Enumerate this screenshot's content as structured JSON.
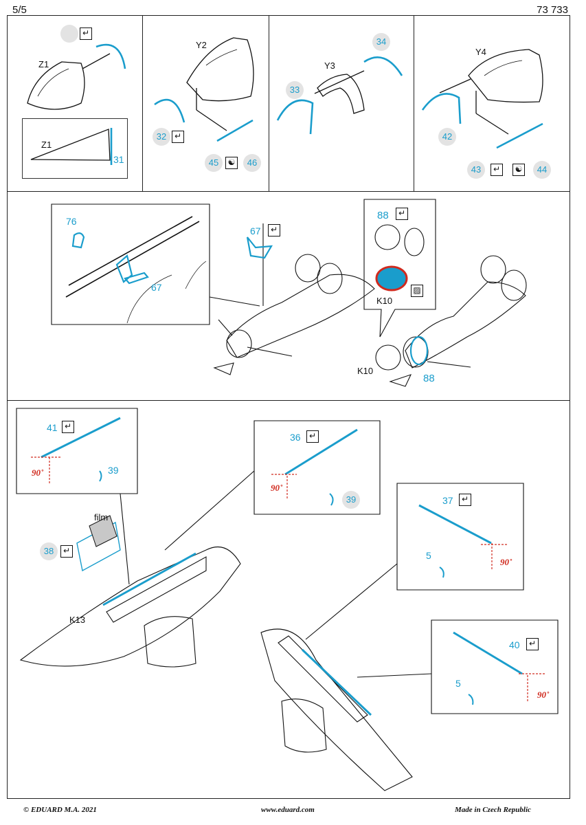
{
  "header": {
    "page": "5/5",
    "kit": "73 733"
  },
  "panel1": {
    "z1_top": "Z1",
    "z1_bottom": "Z1",
    "p31": "31",
    "y2": "Y2",
    "p32": "32",
    "p45": "45",
    "p46": "46",
    "y3": "Y3",
    "p33": "33",
    "p34": "34",
    "y4": "Y4",
    "p42": "42",
    "p43": "43",
    "p44": "44"
  },
  "panel2": {
    "p76": "76",
    "p67a": "67",
    "p67b": "67",
    "p88a": "88",
    "k10a": "K10",
    "k10b": "K10",
    "p88b": "88"
  },
  "panel3": {
    "p41": "41",
    "p39a": "39",
    "deg1": "90˚",
    "p36": "36",
    "p39b": "39",
    "deg2": "90˚",
    "p37": "37",
    "p5a": "5",
    "deg3": "90˚",
    "p40": "40",
    "p5b": "5",
    "deg4": "90˚",
    "film": "film",
    "p38": "38",
    "k13": "K13"
  },
  "footer": {
    "copyright": "© EDUARD  M.A. 2021",
    "website": "www.eduard.com",
    "made_in": "Made in Czech Republic"
  },
  "icons": {
    "bend": "bend-icon",
    "paint": "paint-contrast-icon",
    "hatch": "hatch-icon"
  },
  "colors": {
    "part_blue": "#1a9dcc",
    "angle_red": "#d02a1e",
    "badge_grey": "#e3e3e3"
  }
}
